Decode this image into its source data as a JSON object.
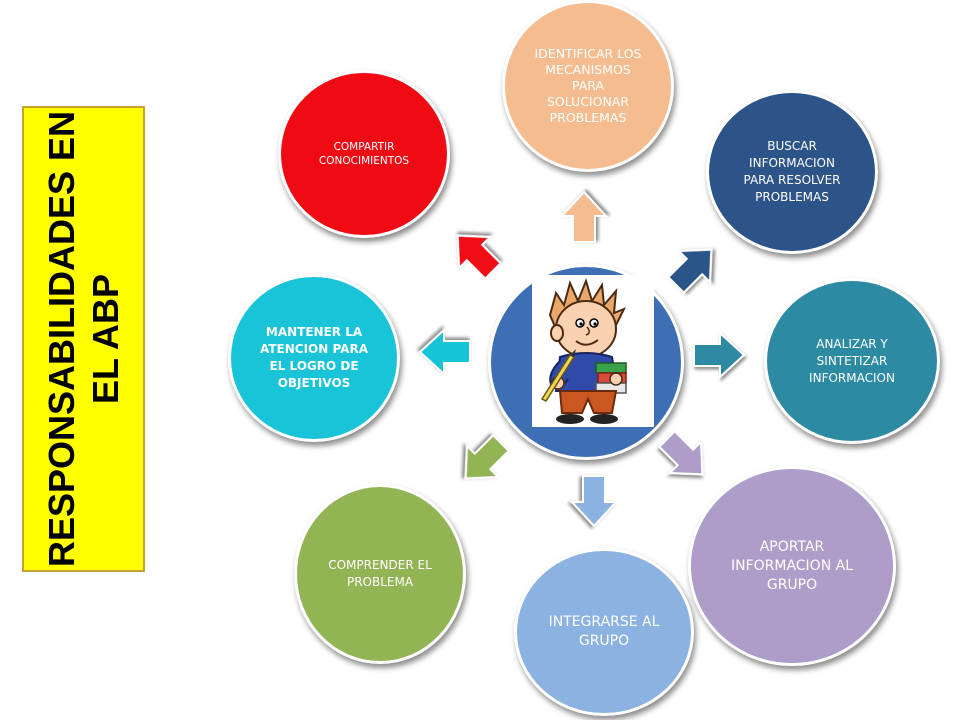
{
  "title": {
    "text": "RESPONSABILIDADES EN EL ABP",
    "background": "#ffff00"
  },
  "center": {
    "label": "",
    "color": "#3e6fb5",
    "illustration": "student-boy-with-books-icon"
  },
  "nodes": [
    {
      "id": "identificar",
      "text": "IDENTIFICAR LOS MECANISMOS PARA SOLUCIONAR PROBLEMAS",
      "color": "#f4bc8f",
      "text_color": "#ffffff"
    },
    {
      "id": "buscar",
      "text": "BUSCAR INFORMACION PARA RESOLVER PROBLEMAS",
      "color": "#2c5488",
      "text_color": "#ffffff"
    },
    {
      "id": "analizar",
      "text": "ANALIZAR Y SINTETIZAR INFORMACION",
      "color": "#2d8aa3",
      "text_color": "#ffffff"
    },
    {
      "id": "aportar",
      "text": "APORTAR INFORMACION AL GRUPO",
      "color": "#ae9cc9",
      "text_color": "#ffffff"
    },
    {
      "id": "integrarse",
      "text": "INTEGRARSE AL GRUPO",
      "color": "#8bb2e0",
      "text_color": "#ffffff"
    },
    {
      "id": "comprender",
      "text": "COMPRENDER EL PROBLEMA",
      "color": "#93b455",
      "text_color": "#ffffff"
    },
    {
      "id": "mantener",
      "text": "MANTENER LA ATENCION PARA EL LOGRO DE OBJETIVOS",
      "color": "#19c4d8",
      "text_color": "#ffffff"
    },
    {
      "id": "compartir",
      "text": "COMPARTIR CONOCIMIENTOS",
      "color": "#f00a14",
      "text_color": "#ffffff"
    }
  ]
}
